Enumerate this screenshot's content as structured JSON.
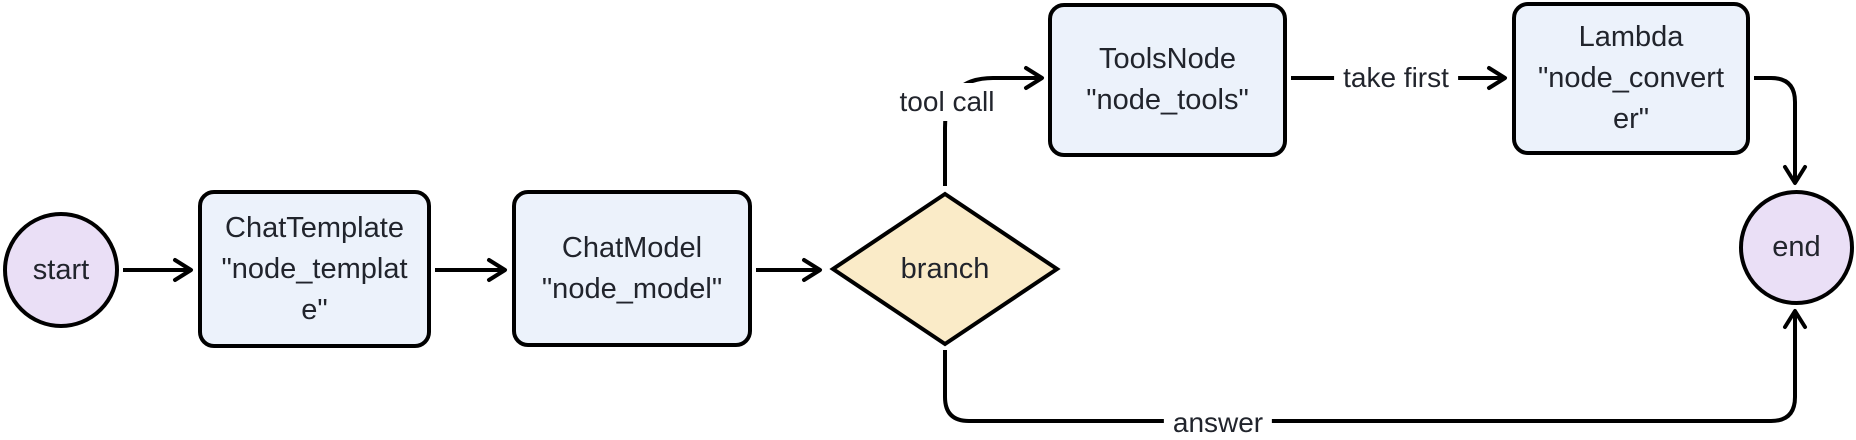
{
  "diagram": {
    "kind": "flowchart",
    "direction": "left-to-right",
    "colors": {
      "terminal_fill": "#EADFF6",
      "process_fill": "#ECF2FB",
      "decision_fill": "#FAEBC8",
      "node_stroke": "#000000",
      "edge_stroke": "#000000",
      "label_text": "#21242C",
      "edge_label_bg": "#FFFFFF"
    },
    "nodes": [
      {
        "id": "start",
        "shape": "circle",
        "label": "start"
      },
      {
        "id": "node_template",
        "shape": "rounded-rect",
        "label_lines": [
          "ChatTemplate",
          "\"node_templat",
          "e\""
        ]
      },
      {
        "id": "node_model",
        "shape": "rounded-rect",
        "label_lines": [
          "ChatModel",
          "\"node_model\""
        ]
      },
      {
        "id": "branch",
        "shape": "diamond",
        "label": "branch"
      },
      {
        "id": "node_tools",
        "shape": "rounded-rect",
        "label_lines": [
          "ToolsNode",
          "\"node_tools\""
        ]
      },
      {
        "id": "node_converter",
        "shape": "rounded-rect",
        "label_lines": [
          "Lambda",
          "\"node_convert",
          "er\""
        ]
      },
      {
        "id": "end",
        "shape": "circle",
        "label": "end"
      }
    ],
    "edges": [
      {
        "from": "start",
        "to": "node_template",
        "label": ""
      },
      {
        "from": "node_template",
        "to": "node_model",
        "label": ""
      },
      {
        "from": "node_model",
        "to": "branch",
        "label": ""
      },
      {
        "from": "branch",
        "to": "node_tools",
        "label": "tool call"
      },
      {
        "from": "node_tools",
        "to": "node_converter",
        "label": "take first"
      },
      {
        "from": "node_converter",
        "to": "end",
        "label": ""
      },
      {
        "from": "branch",
        "to": "end",
        "label": "answer"
      }
    ]
  }
}
